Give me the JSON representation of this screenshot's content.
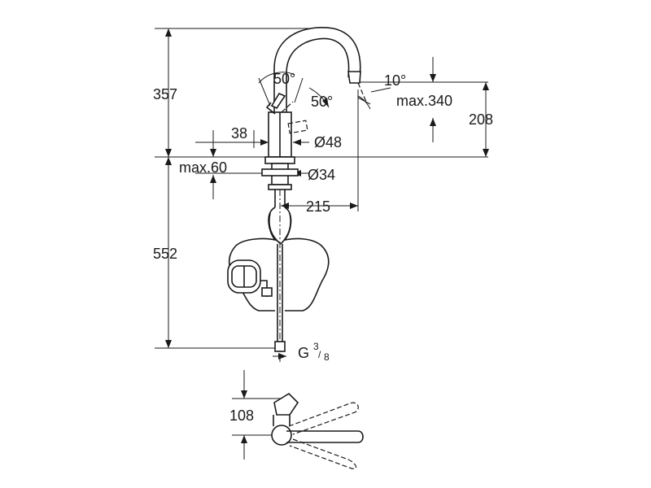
{
  "dimensions": {
    "height_upper": "357",
    "height_lower": "552",
    "spout_height": "208",
    "angle_lever_a": "50°",
    "angle_lever_b": "50°",
    "angle_spout": "10°",
    "max_reach": "max.340",
    "lever_width": "38",
    "body_diameter": "Ø48",
    "max_counter": "max.60",
    "shank_diameter": "Ø34",
    "spout_reach": "215",
    "connection_g": "G",
    "connection_num": "3",
    "connection_den": "8",
    "top_view_height": "108"
  }
}
